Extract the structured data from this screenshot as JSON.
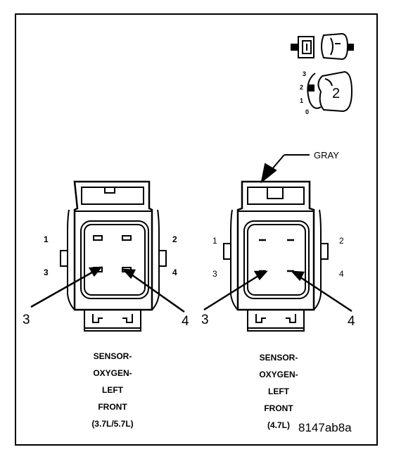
{
  "figure_id": "8147ab8a",
  "gray_label": "GRAY",
  "icon_lock_number": "2",
  "icon_scale_ticks": [
    "3",
    "2",
    "1",
    "0"
  ],
  "left_connector": {
    "pins": [
      "1",
      "2",
      "3",
      "4"
    ],
    "callouts": [
      "3",
      "4"
    ],
    "caption": [
      "SENSOR-",
      "OXYGEN-",
      "LEFT",
      "FRONT",
      "(3.7L/5.7L)"
    ]
  },
  "right_connector": {
    "pins": [
      "1",
      "2",
      "3",
      "4"
    ],
    "callouts": [
      "3",
      "4"
    ],
    "caption": [
      "SENSOR-",
      "OXYGEN-",
      "LEFT",
      "FRONT",
      "(4.7L)"
    ]
  },
  "colors": {
    "ink": "#000000",
    "background": "#ffffff"
  }
}
